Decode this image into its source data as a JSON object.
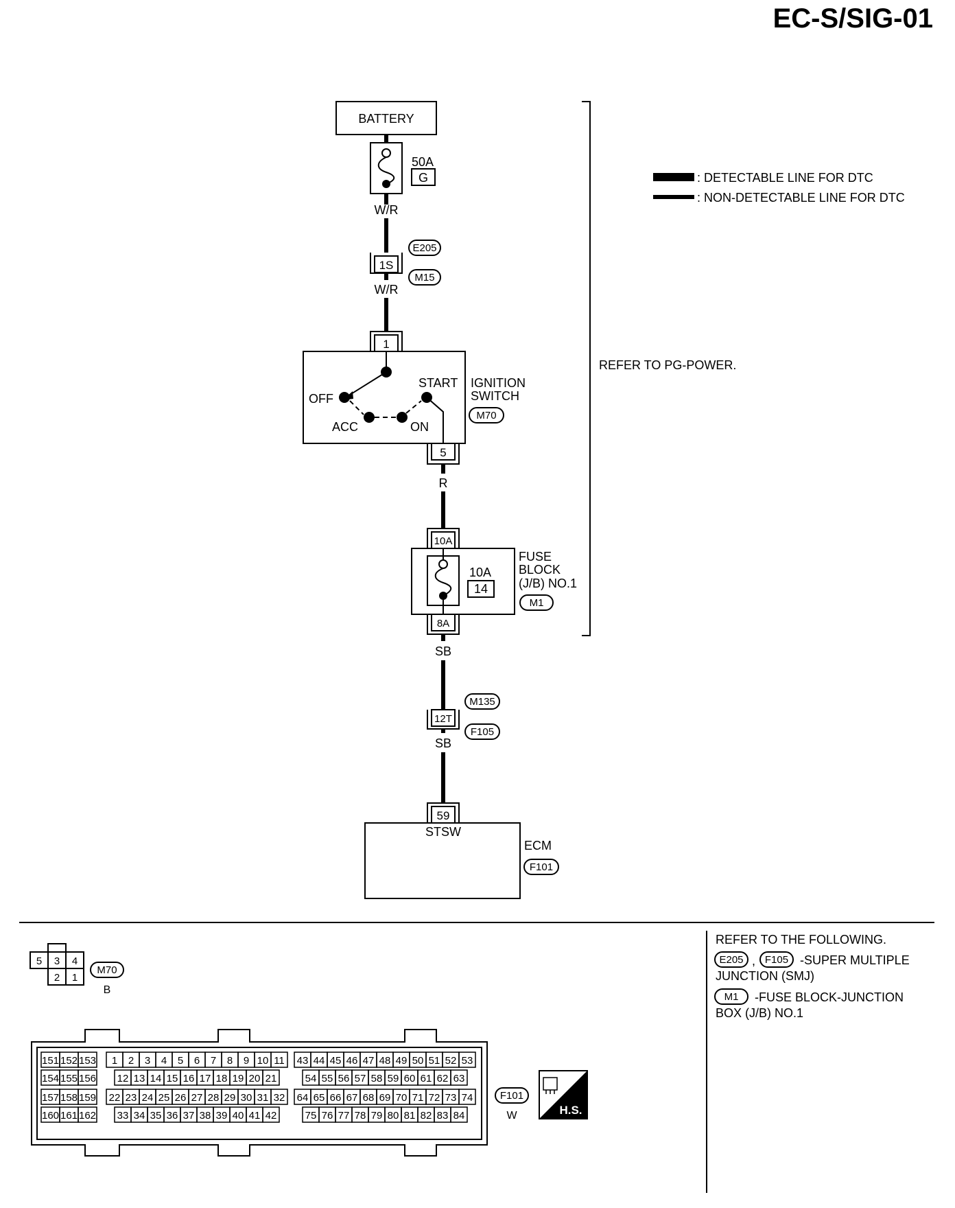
{
  "page_code": "EC-S/SIG-01",
  "legend": {
    "detectable": ": DETECTABLE LINE FOR DTC",
    "non_detectable": ": NON-DETECTABLE LINE FOR DTC"
  },
  "refer_pg_power": "REFER TO PG-POWER.",
  "battery": {
    "label": "BATTERY",
    "fuse_rating": "50A",
    "fuse_id": "G"
  },
  "wires": {
    "battery_out": "W/R",
    "smj_out": "W/R",
    "ign_out": "R",
    "fuse_out": "SB",
    "joint_out": "SB"
  },
  "smj_joint": {
    "pin": "1S",
    "conn_top": "E205",
    "conn_bottom": "M15"
  },
  "ignition_switch": {
    "name_line1": "IGNITION",
    "name_line2": "SWITCH",
    "connector": "M70",
    "pin_in": "1",
    "pin_out": "5",
    "pos_off": "OFF",
    "pos_acc": "ACC",
    "pos_on": "ON",
    "pos_start": "START"
  },
  "fuse_block": {
    "name_line1": "FUSE",
    "name_line2": "BLOCK",
    "name_line3": "(J/B) NO.1",
    "connector": "M1",
    "pin_in": "10A",
    "pin_out": "8A",
    "fuse_rating": "10A",
    "fuse_id": "14"
  },
  "joint_12t": {
    "pin": "12T",
    "conn_top": "M135",
    "conn_bottom": "F105"
  },
  "ecm": {
    "label": "ECM",
    "connector": "F101",
    "pin": "59",
    "terminal": "STSW"
  },
  "footer": {
    "refer_heading": "REFER TO THE FOLLOWING.",
    "smj_conn_1": "E205",
    "smj_sep": ",",
    "smj_conn_2": "F105",
    "smj_text_1": "-SUPER MULTIPLE",
    "smj_text_2": "JUNCTION (SMJ)",
    "jb_conn": "M1",
    "jb_text_1": "-FUSE BLOCK-JUNCTION",
    "jb_text_2": "BOX (J/B) NO.1"
  },
  "connector_m70": {
    "id": "M70",
    "color": "B",
    "top_row": [
      "5",
      "3",
      "4"
    ],
    "bottom_row": [
      "2",
      "1"
    ]
  },
  "connector_f101": {
    "id": "F101",
    "color": "W",
    "badge": "H.S.",
    "block_left": [
      [
        "151",
        "152",
        "153"
      ],
      [
        "154",
        "155",
        "156"
      ],
      [
        "157",
        "158",
        "159"
      ],
      [
        "160",
        "161",
        "162"
      ]
    ],
    "block_mid": [
      [
        "1",
        "2",
        "3",
        "4",
        "5",
        "6",
        "7",
        "8",
        "9",
        "10",
        "11"
      ],
      [
        "12",
        "13",
        "14",
        "15",
        "16",
        "17",
        "18",
        "19",
        "20",
        "21"
      ],
      [
        "22",
        "23",
        "24",
        "25",
        "26",
        "27",
        "28",
        "29",
        "30",
        "31",
        "32"
      ],
      [
        "33",
        "34",
        "35",
        "36",
        "37",
        "38",
        "39",
        "40",
        "41",
        "42"
      ]
    ],
    "block_right": [
      [
        "43",
        "44",
        "45",
        "46",
        "47",
        "48",
        "49",
        "50",
        "51",
        "52",
        "53"
      ],
      [
        "54",
        "55",
        "56",
        "57",
        "58",
        "59",
        "60",
        "61",
        "62",
        "63"
      ],
      [
        "64",
        "65",
        "66",
        "67",
        "68",
        "69",
        "70",
        "71",
        "72",
        "73",
        "74"
      ],
      [
        "75",
        "76",
        "77",
        "78",
        "79",
        "80",
        "81",
        "82",
        "83",
        "84"
      ]
    ]
  },
  "colors": {
    "ink": "#000000",
    "paper": "#ffffff"
  }
}
